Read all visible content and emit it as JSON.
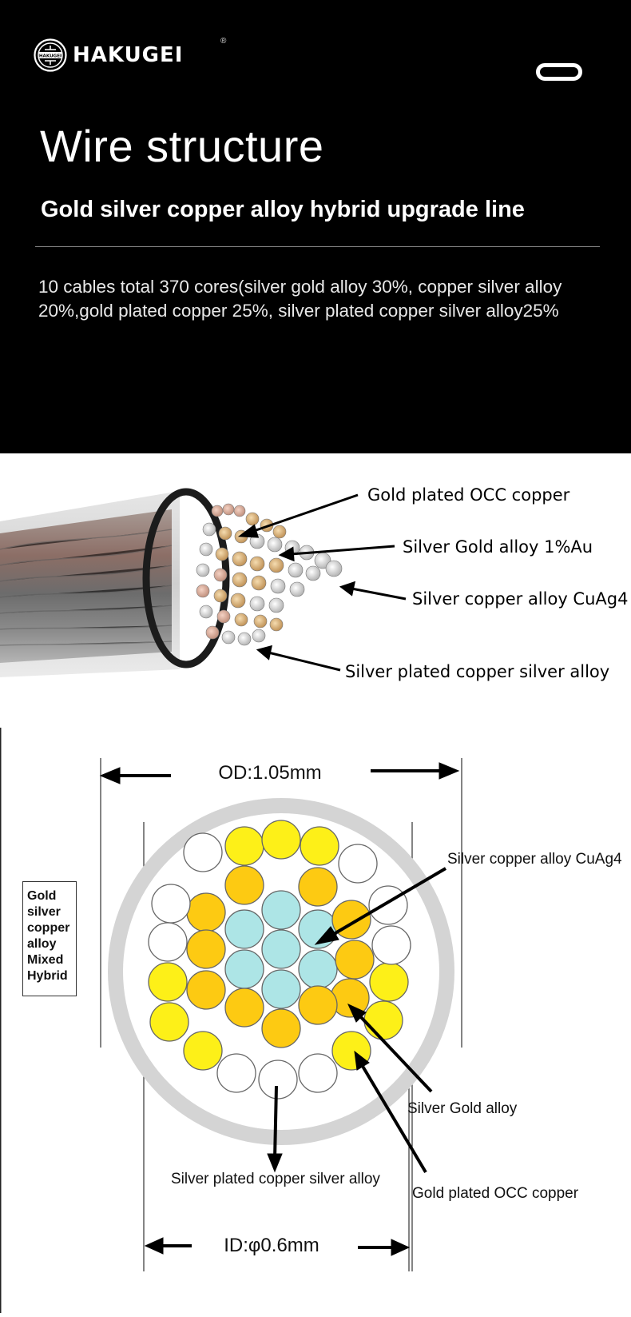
{
  "brand": {
    "name": "HAKUGEI",
    "registered": "®",
    "mark_text": "HAKUGEI"
  },
  "hero": {
    "title": "Wire structure",
    "subtitle": "Gold silver copper alloy hybrid upgrade line",
    "description": "10 cables total 370 cores(silver gold alloy 30%, copper silver alloy 20%,gold plated copper 25%, silver plated copper silver alloy25%"
  },
  "cable_labels": [
    "Gold plated OCC copper",
    "Silver Gold alloy 1%Au",
    "Silver copper alloy CuAg4",
    "Silver plated copper silver alloy"
  ],
  "diagram": {
    "od_label": "OD:1.05mm",
    "id_label": "ID:φ0.6mm",
    "side_box_lines": [
      "Gold",
      "silver",
      "copper",
      "alloy",
      "Mixed",
      "Hybrid"
    ],
    "labels": {
      "cuag4": "Silver copper alloy CuAg4",
      "silver_gold": "Silver Gold alloy",
      "silver_plated": "Silver plated copper silver alloy",
      "gold_plated": "Gold plated OCC copper"
    },
    "colors": {
      "cyan": "#ade5e6",
      "gold": "#fdca12",
      "yellow": "#fdf018",
      "white": "#ffffff",
      "outer": "#d4d4d4"
    }
  }
}
